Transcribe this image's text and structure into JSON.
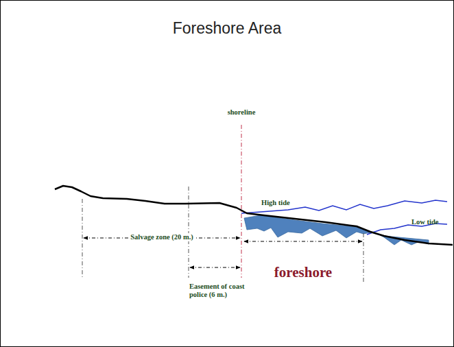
{
  "diagram": {
    "title": "Foreshore Area",
    "labels": [
      "shoreline",
      "High tide",
      "Low tide",
      "Salvage zone (20 m.)",
      "Easement of coast police (6 m.)",
      "foreshore"
    ]
  }
}
